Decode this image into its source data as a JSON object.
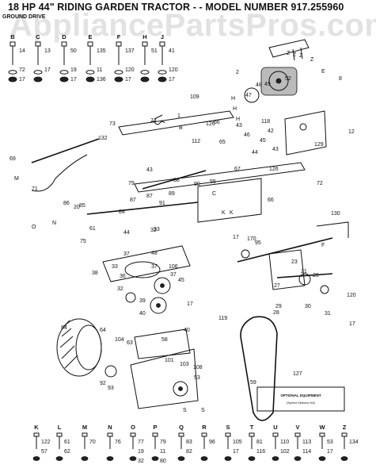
{
  "header": {
    "title": "18 HP 44\" RIDING GARDEN TRACTOR - - MODEL NUMBER 917.255960",
    "section": "GROUND DRIVE",
    "watermark": "AppliancePartsPros.com"
  },
  "top_hardware": [
    {
      "letter": "B",
      "nums": [
        "14",
        "72",
        "17"
      ]
    },
    {
      "letter": "C",
      "nums": [
        "13",
        "17"
      ]
    },
    {
      "letter": "D",
      "nums": [
        "50",
        "19",
        "17"
      ]
    },
    {
      "letter": "E",
      "nums": [
        "135",
        "11",
        "136"
      ]
    },
    {
      "letter": "F",
      "nums": [
        "137",
        "120",
        "17"
      ]
    },
    {
      "letter": "H",
      "nums": [
        "51"
      ]
    },
    {
      "letter": "J",
      "nums": [
        "41",
        "120",
        "17"
      ]
    }
  ],
  "bottom_hardware": [
    {
      "letter": "K",
      "nums": [
        "122",
        "57"
      ]
    },
    {
      "letter": "L",
      "nums": [
        "61",
        "62"
      ]
    },
    {
      "letter": "M",
      "nums": [
        "70"
      ]
    },
    {
      "letter": "N",
      "nums": [
        "76"
      ]
    },
    {
      "letter": "O",
      "nums": [
        "77",
        "19",
        "32"
      ]
    },
    {
      "letter": "P",
      "nums": [
        "79",
        "11",
        "80"
      ]
    },
    {
      "letter": "Q",
      "nums": [
        "83",
        "82"
      ]
    },
    {
      "letter": "R",
      "nums": [
        "96"
      ]
    },
    {
      "letter": "S",
      "nums": [
        "105",
        "17"
      ]
    },
    {
      "letter": "T",
      "nums": [
        "81",
        "116"
      ]
    },
    {
      "letter": "U",
      "nums": [
        "110",
        "102"
      ]
    },
    {
      "letter": "V",
      "nums": [
        "113",
        "114"
      ]
    },
    {
      "letter": "W",
      "nums": [
        "53",
        "17"
      ]
    },
    {
      "letter": "Z",
      "nums": [
        "134"
      ]
    }
  ],
  "callouts": [
    "Z",
    "Z",
    "Z",
    "Z",
    "2",
    "48",
    "49",
    "52",
    "E",
    "8",
    "47",
    "H",
    "H",
    "H",
    "109",
    "74",
    "126",
    "66",
    "43",
    "46",
    "1",
    "B",
    "73",
    "112",
    "65",
    "118",
    "42",
    "45",
    "43",
    "44",
    "132",
    "12",
    "129",
    "69",
    "M",
    "71",
    "88",
    "89",
    "90",
    "87",
    "67",
    "126",
    "43",
    "79",
    "87",
    "91",
    "55",
    "C",
    "72",
    "66",
    "K",
    "K",
    "86",
    "20",
    "85",
    "61",
    "N",
    "O",
    "84",
    "33",
    "130",
    "44",
    "32",
    "17",
    "170",
    "95",
    "F",
    "37",
    "48",
    "23",
    "21",
    "37",
    "75",
    "38",
    "106",
    "37",
    "36",
    "26",
    "33",
    "32",
    "45",
    "27",
    "28",
    "39",
    "40",
    "40",
    "17",
    "29",
    "30",
    "119",
    "31",
    "120",
    "17",
    "84",
    "64",
    "104",
    "63",
    "58",
    "101",
    "103",
    "92",
    "93",
    "108",
    "53",
    "59",
    "127",
    "S",
    "S"
  ],
  "optional_box": {
    "title": "OPTIONAL EQUIPMENT",
    "subtitle": "(Speed Selector Kit)"
  }
}
